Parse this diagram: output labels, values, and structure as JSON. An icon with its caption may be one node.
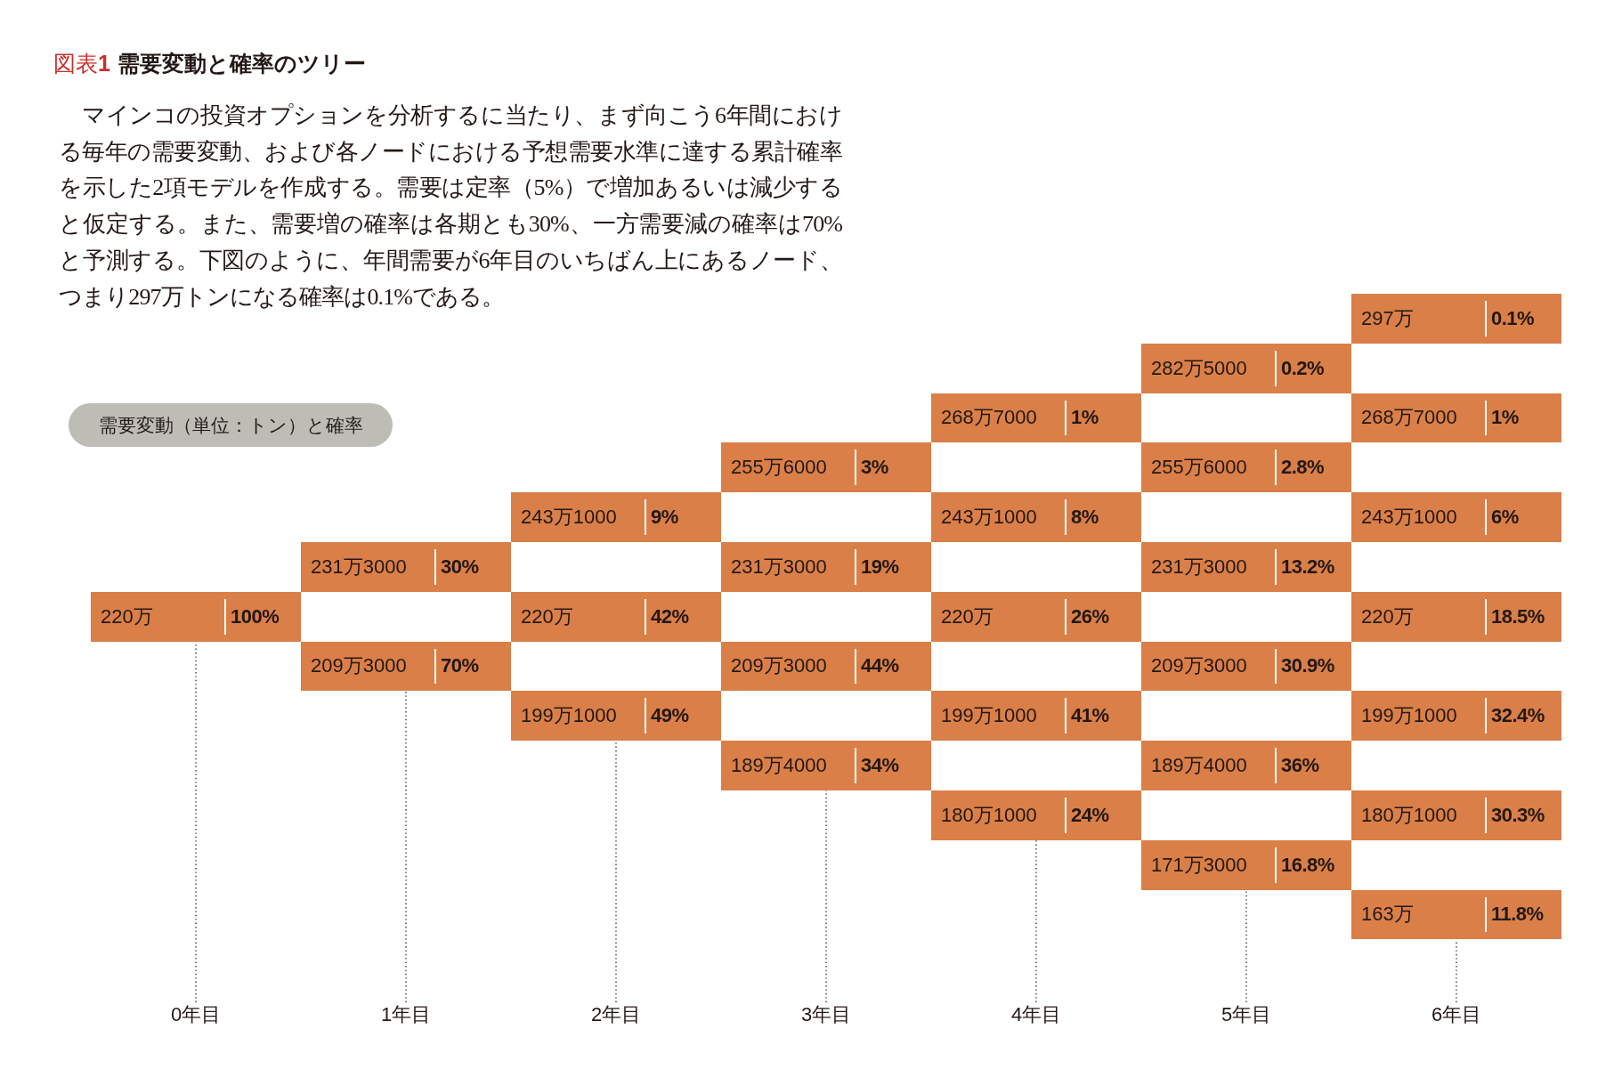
{
  "diagram": {
    "title": "需要変動と確率のツリー",
    "nodes": [
      {
        "text": [
          "220万",
          "100%"
        ]
      },
      {
        "text": [
          "231万3000",
          "30%"
        ]
      },
      {
        "text": [
          "209万3000",
          "70%"
        ]
      },
      {
        "text": [
          "243万1000",
          "9%"
        ]
      },
      {
        "text": [
          "220万",
          "42%"
        ]
      },
      {
        "text": [
          "199万1000",
          "49%"
        ]
      },
      {
        "text": [
          "255万6000",
          "3%"
        ]
      },
      {
        "text": [
          "231万3000",
          "19%"
        ]
      },
      {
        "text": [
          "209万3000",
          "44%"
        ]
      },
      {
        "text": [
          "189万4000",
          "34%"
        ]
      },
      {
        "text": [
          "268万7000",
          "1%"
        ]
      },
      {
        "text": [
          "243万1000",
          "8%"
        ]
      },
      {
        "text": [
          "220万",
          "26%"
        ]
      },
      {
        "text": [
          "199万1000",
          "41%"
        ]
      },
      {
        "text": [
          "180万1000",
          "24%"
        ]
      },
      {
        "text": [
          "282万5000",
          "0.2%"
        ]
      },
      {
        "text": [
          "255万6000",
          "2.8%"
        ]
      },
      {
        "text": [
          "231万3000",
          "13.2%"
        ]
      },
      {
        "text": [
          "209万3000",
          "30.9%"
        ]
      },
      {
        "text": [
          "189万4000",
          "36%"
        ]
      },
      {
        "text": [
          "171万3000",
          "16.8%"
        ]
      },
      {
        "text": [
          "297万",
          "0.1%"
        ]
      },
      {
        "text": [
          "268万7000",
          "1%"
        ]
      },
      {
        "text": [
          "243万1000",
          "6%"
        ]
      },
      {
        "text": [
          "220万",
          "18.5%"
        ]
      },
      {
        "text": [
          "199万1000",
          "32.4%"
        ]
      },
      {
        "text": [
          "180万1000",
          "30.3%"
        ]
      },
      {
        "text": [
          "163万",
          "11.8%"
        ]
      },
      {
        "text": [
          "需要変動（単位：トン）と確率"
        ]
      },
      {
        "text": [
          "0年目"
        ]
      },
      {
        "text": [
          "1年目"
        ]
      },
      {
        "text": [
          "2年目"
        ]
      },
      {
        "text": [
          "3年目"
        ]
      },
      {
        "text": [
          "4年目"
        ]
      },
      {
        "text": [
          "5年目"
        ]
      },
      {
        "text": [
          "6年目"
        ]
      }
    ],
    "edges": [
      {
        "from": 29,
        "to": 0,
        "arrow": "none",
        "style": "dashed"
      },
      {
        "from": 30,
        "to": 2,
        "arrow": "none",
        "style": "dashed"
      },
      {
        "from": 31,
        "to": 5,
        "arrow": "none",
        "style": "dashed"
      },
      {
        "from": 32,
        "to": 9,
        "arrow": "none",
        "style": "dashed"
      },
      {
        "from": 33,
        "to": 14,
        "arrow": "none",
        "style": "dashed"
      },
      {
        "from": 34,
        "to": 20,
        "arrow": "none",
        "style": "dashed"
      },
      {
        "from": 35,
        "to": 27,
        "arrow": "none",
        "style": "dashed"
      }
    ],
    "labels": [
      "図表**1**",
      "マインコの投資オプションを分析するに当たり、まず向こう6年間における毎年の需要変動、および各ノードにおける予想需要水準に達する累計確率を示した2項モデルを作成する。需要は定率（5%）で増加あるいは減少すると仮定する。また、需要増の確率は各期とも30%、一方需要減の確率は70%と予測する。下図のように、年間需要が6年目のいちばん上にあるノード、つまり297万トンになる確率は0.1%である。"
    ]
  }
}
